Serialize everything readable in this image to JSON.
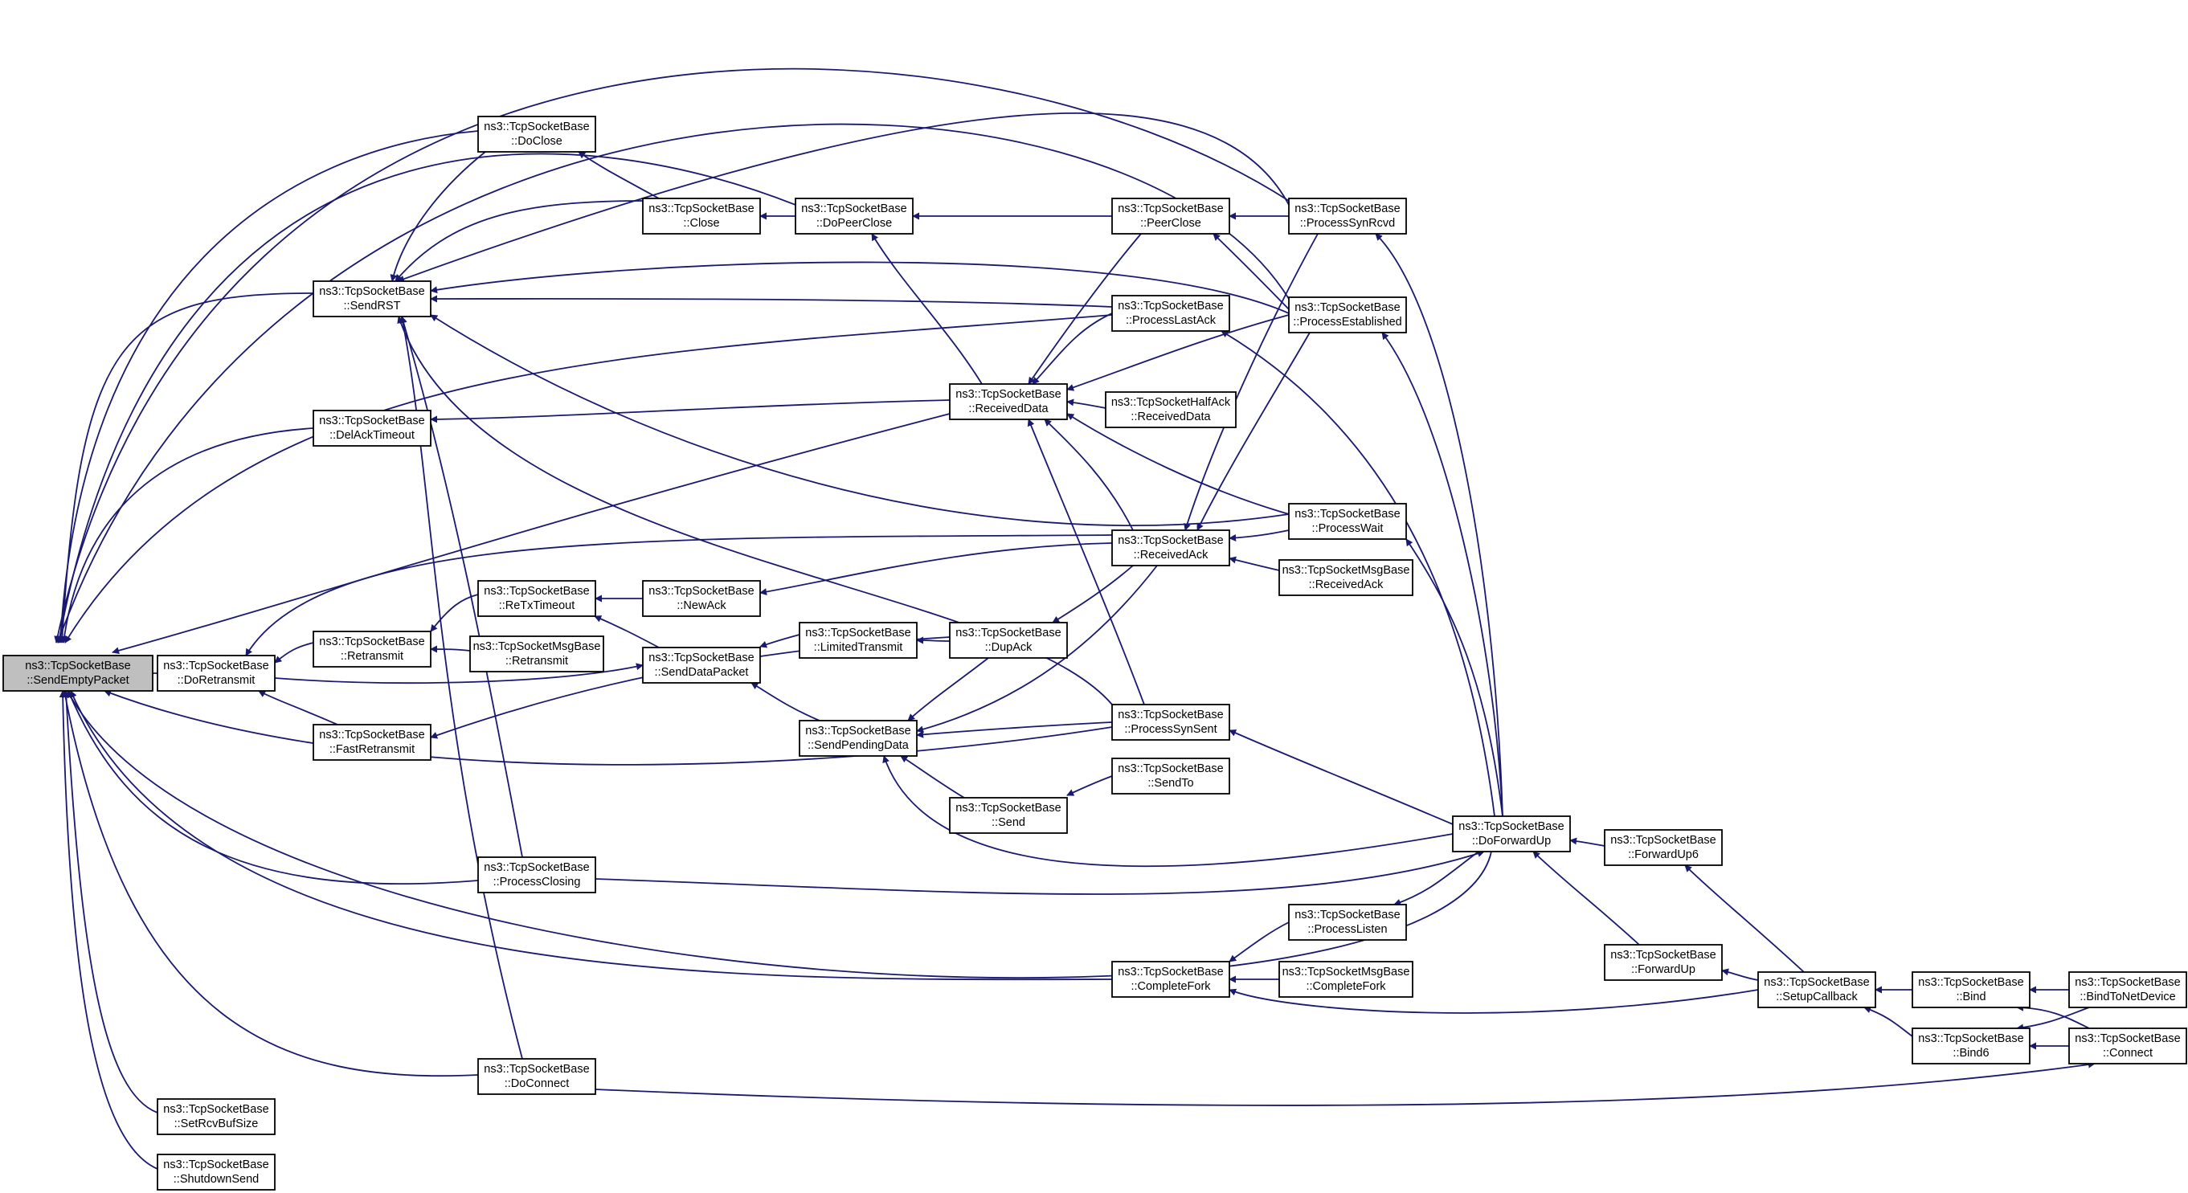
{
  "colors": {
    "edge": "#191970",
    "node_border": "#000000",
    "root_fill": "#bfbfbf",
    "node_fill": "#ffffff"
  },
  "nodes": [
    {
      "id": "sendEmptyPacket",
      "line1": "ns3::TcpSocketBase",
      "line2": "::SendEmptyPacket",
      "root": true
    },
    {
      "id": "sendRST",
      "line1": "ns3::TcpSocketBase",
      "line2": "::SendRST"
    },
    {
      "id": "delAckTimeout",
      "line1": "ns3::TcpSocketBase",
      "line2": "::DelAckTimeout"
    },
    {
      "id": "doRetransmit",
      "line1": "ns3::TcpSocketBase",
      "line2": "::DoRetransmit"
    },
    {
      "id": "retransmit",
      "line1": "ns3::TcpSocketBase",
      "line2": "::Retransmit"
    },
    {
      "id": "fastRetransmit",
      "line1": "ns3::TcpSocketBase",
      "line2": "::FastRetransmit"
    },
    {
      "id": "setRcvBufSize",
      "line1": "ns3::TcpSocketBase",
      "line2": "::SetRcvBufSize"
    },
    {
      "id": "shutdownSend",
      "line1": "ns3::TcpSocketBase",
      "line2": "::ShutdownSend"
    },
    {
      "id": "doClose",
      "line1": "ns3::TcpSocketBase",
      "line2": "::DoClose"
    },
    {
      "id": "reTxTimeout",
      "line1": "ns3::TcpSocketBase",
      "line2": "::ReTxTimeout"
    },
    {
      "id": "msgRetransmit",
      "line1": "ns3::TcpSocketMsgBase",
      "line2": "::Retransmit"
    },
    {
      "id": "processClosing",
      "line1": "ns3::TcpSocketBase",
      "line2": "::ProcessClosing"
    },
    {
      "id": "doConnect",
      "line1": "ns3::TcpSocketBase",
      "line2": "::DoConnect"
    },
    {
      "id": "close",
      "line1": "ns3::TcpSocketBase",
      "line2": "::Close"
    },
    {
      "id": "newAck",
      "line1": "ns3::TcpSocketBase",
      "line2": "::NewAck"
    },
    {
      "id": "sendDataPacket",
      "line1": "ns3::TcpSocketBase",
      "line2": "::SendDataPacket"
    },
    {
      "id": "doPeerClose",
      "line1": "ns3::TcpSocketBase",
      "line2": "::DoPeerClose"
    },
    {
      "id": "limitedTransmit",
      "line1": "ns3::TcpSocketBase",
      "line2": "::LimitedTransmit"
    },
    {
      "id": "sendPendingData",
      "line1": "ns3::TcpSocketBase",
      "line2": "::SendPendingData"
    },
    {
      "id": "receivedData",
      "line1": "ns3::TcpSocketBase",
      "line2": "::ReceivedData"
    },
    {
      "id": "dupAck",
      "line1": "ns3::TcpSocketBase",
      "line2": "::DupAck"
    },
    {
      "id": "send",
      "line1": "ns3::TcpSocketBase",
      "line2": "::Send"
    },
    {
      "id": "peerClose",
      "line1": "ns3::TcpSocketBase",
      "line2": "::PeerClose"
    },
    {
      "id": "processLastAck",
      "line1": "ns3::TcpSocketBase",
      "line2": "::ProcessLastAck"
    },
    {
      "id": "halfAckReceivedData",
      "line1": "ns3::TcpSocketHalfAck",
      "line2": "::ReceivedData"
    },
    {
      "id": "receivedAck",
      "line1": "ns3::TcpSocketBase",
      "line2": "::ReceivedAck"
    },
    {
      "id": "processSynSent",
      "line1": "ns3::TcpSocketBase",
      "line2": "::ProcessSynSent"
    },
    {
      "id": "sendTo",
      "line1": "ns3::TcpSocketBase",
      "line2": "::SendTo"
    },
    {
      "id": "completeFork",
      "line1": "ns3::TcpSocketBase",
      "line2": "::CompleteFork"
    },
    {
      "id": "processSynRcvd",
      "line1": "ns3::TcpSocketBase",
      "line2": "::ProcessSynRcvd"
    },
    {
      "id": "processEstablished",
      "line1": "ns3::TcpSocketBase",
      "line2": "::ProcessEstablished"
    },
    {
      "id": "processWait",
      "line1": "ns3::TcpSocketBase",
      "line2": "::ProcessWait"
    },
    {
      "id": "msgReceivedAck",
      "line1": "ns3::TcpSocketMsgBase",
      "line2": "::ReceivedAck"
    },
    {
      "id": "processListen",
      "line1": "ns3::TcpSocketBase",
      "line2": "::ProcessListen"
    },
    {
      "id": "msgCompleteFork",
      "line1": "ns3::TcpSocketMsgBase",
      "line2": "::CompleteFork"
    },
    {
      "id": "doForwardUp",
      "line1": "ns3::TcpSocketBase",
      "line2": "::DoForwardUp"
    },
    {
      "id": "forwardUp6",
      "line1": "ns3::TcpSocketBase",
      "line2": "::ForwardUp6"
    },
    {
      "id": "forwardUp",
      "line1": "ns3::TcpSocketBase",
      "line2": "::ForwardUp"
    },
    {
      "id": "setupCallback",
      "line1": "ns3::TcpSocketBase",
      "line2": "::SetupCallback"
    },
    {
      "id": "bind",
      "line1": "ns3::TcpSocketBase",
      "line2": "::Bind"
    },
    {
      "id": "bind6",
      "line1": "ns3::TcpSocketBase",
      "line2": "::Bind6"
    },
    {
      "id": "bindToNetDevice",
      "line1": "ns3::TcpSocketBase",
      "line2": "::BindToNetDevice"
    },
    {
      "id": "connect",
      "line1": "ns3::TcpSocketBase",
      "line2": "::Connect"
    }
  ],
  "edges": [
    {
      "from": "sendRST",
      "to": "sendEmptyPacket"
    },
    {
      "from": "delAckTimeout",
      "to": "sendEmptyPacket"
    },
    {
      "from": "doRetransmit",
      "to": "sendEmptyPacket"
    },
    {
      "from": "setRcvBufSize",
      "to": "sendEmptyPacket"
    },
    {
      "from": "shutdownSend",
      "to": "sendEmptyPacket"
    },
    {
      "from": "doClose",
      "to": "sendEmptyPacket"
    },
    {
      "from": "processClosing",
      "to": "sendEmptyPacket"
    },
    {
      "from": "doConnect",
      "to": "sendEmptyPacket"
    },
    {
      "from": "doPeerClose",
      "to": "sendEmptyPacket"
    },
    {
      "from": "receivedData",
      "to": "sendEmptyPacket"
    },
    {
      "from": "processLastAck",
      "to": "sendEmptyPacket"
    },
    {
      "from": "processSynSent",
      "to": "sendEmptyPacket"
    },
    {
      "from": "completeFork",
      "to": "sendEmptyPacket"
    },
    {
      "from": "processSynRcvd",
      "to": "sendEmptyPacket"
    },
    {
      "from": "processEstablished",
      "to": "sendEmptyPacket"
    },
    {
      "from": "doForwardUp",
      "to": "sendEmptyPacket"
    },
    {
      "from": "doClose",
      "to": "sendRST"
    },
    {
      "from": "close",
      "to": "sendRST"
    },
    {
      "from": "processLastAck",
      "to": "sendRST"
    },
    {
      "from": "processEstablished",
      "to": "sendRST"
    },
    {
      "from": "processWait",
      "to": "sendRST"
    },
    {
      "from": "processSynRcvd",
      "to": "sendRST"
    },
    {
      "from": "processClosing",
      "to": "sendRST"
    },
    {
      "from": "doConnect",
      "to": "sendRST"
    },
    {
      "from": "processSynSent",
      "to": "sendRST"
    },
    {
      "from": "receivedData",
      "to": "delAckTimeout"
    },
    {
      "from": "retransmit",
      "to": "doRetransmit"
    },
    {
      "from": "fastRetransmit",
      "to": "doRetransmit"
    },
    {
      "from": "receivedAck",
      "to": "doRetransmit"
    },
    {
      "from": "reTxTimeout",
      "to": "retransmit"
    },
    {
      "from": "msgRetransmit",
      "to": "retransmit"
    },
    {
      "from": "dupAck",
      "to": "fastRetransmit"
    },
    {
      "from": "close",
      "to": "doClose"
    },
    {
      "from": "newAck",
      "to": "reTxTimeout"
    },
    {
      "from": "sendDataPacket",
      "to": "reTxTimeout"
    },
    {
      "from": "doRetransmit",
      "to": "sendDataPacket"
    },
    {
      "from": "limitedTransmit",
      "to": "sendDataPacket"
    },
    {
      "from": "sendPendingData",
      "to": "sendDataPacket"
    },
    {
      "from": "processClosing",
      "to": "doForwardUp"
    },
    {
      "from": "doConnect",
      "to": "connect"
    },
    {
      "from": "doPeerClose",
      "to": "close"
    },
    {
      "from": "receivedAck",
      "to": "newAck"
    },
    {
      "from": "peerClose",
      "to": "doPeerClose"
    },
    {
      "from": "receivedData",
      "to": "doPeerClose"
    },
    {
      "from": "dupAck",
      "to": "limitedTransmit"
    },
    {
      "from": "dupAck",
      "to": "sendPendingData"
    },
    {
      "from": "send",
      "to": "sendPendingData"
    },
    {
      "from": "receivedAck",
      "to": "sendPendingData"
    },
    {
      "from": "processSynSent",
      "to": "sendPendingData"
    },
    {
      "from": "doForwardUp",
      "to": "sendPendingData"
    },
    {
      "from": "processLastAck",
      "to": "receivedData"
    },
    {
      "from": "halfAckReceivedData",
      "to": "receivedData"
    },
    {
      "from": "receivedAck",
      "to": "receivedData"
    },
    {
      "from": "processEstablished",
      "to": "receivedData"
    },
    {
      "from": "processWait",
      "to": "receivedData"
    },
    {
      "from": "processSynSent",
      "to": "receivedData"
    },
    {
      "from": "peerClose",
      "to": "receivedData"
    },
    {
      "from": "receivedAck",
      "to": "dupAck"
    },
    {
      "from": "sendTo",
      "to": "send"
    },
    {
      "from": "processSynRcvd",
      "to": "peerClose"
    },
    {
      "from": "processEstablished",
      "to": "peerClose"
    },
    {
      "from": "doForwardUp",
      "to": "processLastAck"
    },
    {
      "from": "processWait",
      "to": "receivedAck"
    },
    {
      "from": "msgReceivedAck",
      "to": "receivedAck"
    },
    {
      "from": "processEstablished",
      "to": "receivedAck"
    },
    {
      "from": "processSynRcvd",
      "to": "receivedAck"
    },
    {
      "from": "doForwardUp",
      "to": "processSynSent"
    },
    {
      "from": "processListen",
      "to": "completeFork"
    },
    {
      "from": "msgCompleteFork",
      "to": "completeFork"
    },
    {
      "from": "setupCallback",
      "to": "completeFork"
    },
    {
      "from": "doForwardUp",
      "to": "processSynRcvd"
    },
    {
      "from": "doForwardUp",
      "to": "processEstablished"
    },
    {
      "from": "doForwardUp",
      "to": "processWait"
    },
    {
      "from": "doForwardUp",
      "to": "processListen"
    },
    {
      "from": "forwardUp6",
      "to": "doForwardUp"
    },
    {
      "from": "forwardUp",
      "to": "doForwardUp"
    },
    {
      "from": "setupCallback",
      "to": "forwardUp6"
    },
    {
      "from": "setupCallback",
      "to": "forwardUp"
    },
    {
      "from": "bind",
      "to": "setupCallback"
    },
    {
      "from": "bind6",
      "to": "setupCallback"
    },
    {
      "from": "bindToNetDevice",
      "to": "bind"
    },
    {
      "from": "connect",
      "to": "bind"
    },
    {
      "from": "bindToNetDevice",
      "to": "bind6"
    },
    {
      "from": "connect",
      "to": "bind6"
    }
  ]
}
